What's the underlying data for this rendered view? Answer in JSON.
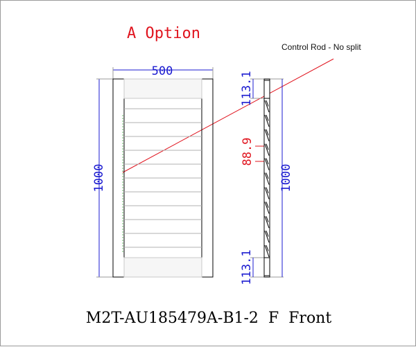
{
  "drawing": {
    "title": "A Option",
    "annotation": "Control Rod - No split",
    "footer": "M2T-AU185479A-B1-2  F  Front",
    "dims": {
      "front_width": "500",
      "front_height": "1000",
      "side_top_rail": "113.1",
      "side_blade_pitch": "88.9",
      "side_height": "1000",
      "side_bottom_rail": "113.1"
    },
    "colors": {
      "title": "#e0141e",
      "dimension": "#1a1ad0",
      "red_dimension": "#e0141e",
      "control_rod_line": "#e0141e",
      "outline": "#000000",
      "extension_line": "#9a9a9a",
      "blade_line": "#b0b0b0"
    },
    "louver_count": 11
  }
}
